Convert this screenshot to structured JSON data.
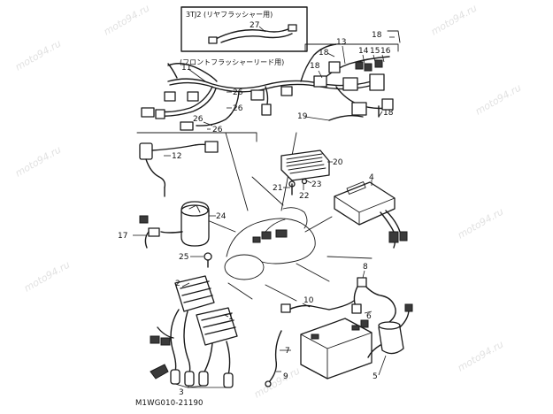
{
  "diagram_code": "M1WG010-21190",
  "inset_labels": {
    "rear_flasher": "3TJ2 (リヤフラッシャー用)",
    "front_flasher": "(フロントフラッシャーリード用)"
  },
  "part_numbers": {
    "p1": "1",
    "p2": "2",
    "p3": "3",
    "p4": "4",
    "p5": "5",
    "p6": "6",
    "p7": "7",
    "p8": "8",
    "p9": "9",
    "p10": "10",
    "p11": "11",
    "p12": "12",
    "p13": "13",
    "p14": "14",
    "p15": "15",
    "p16": "16",
    "p17": "17",
    "p18a": "18",
    "p18b": "18",
    "p18c": "18",
    "p18d": "18",
    "p19": "19",
    "p20": "20",
    "p21": "21",
    "p22": "22",
    "p23": "23",
    "p24": "24",
    "p25": "25",
    "p26a": "26",
    "p26b": "26",
    "p26c": "26",
    "p26d": "26",
    "p27": "27"
  },
  "watermark": "moto94.ru"
}
